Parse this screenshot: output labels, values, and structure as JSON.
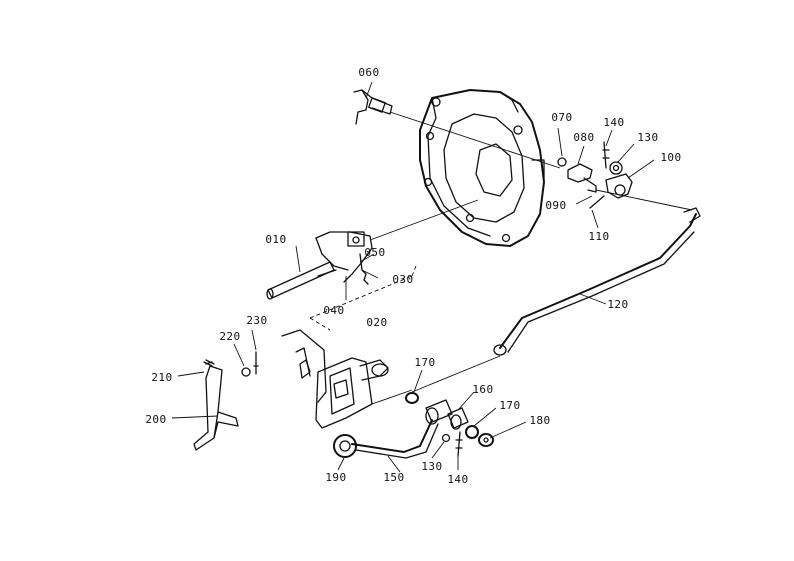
{
  "diagram": {
    "callouts": [
      "060",
      "070",
      "080",
      "140",
      "130",
      "100",
      "090",
      "110",
      "010",
      "050",
      "030",
      "040",
      "020",
      "120",
      "230",
      "220",
      "210",
      "200",
      "170",
      "160",
      "170",
      "180",
      "130",
      "140",
      "150",
      "190"
    ]
  }
}
